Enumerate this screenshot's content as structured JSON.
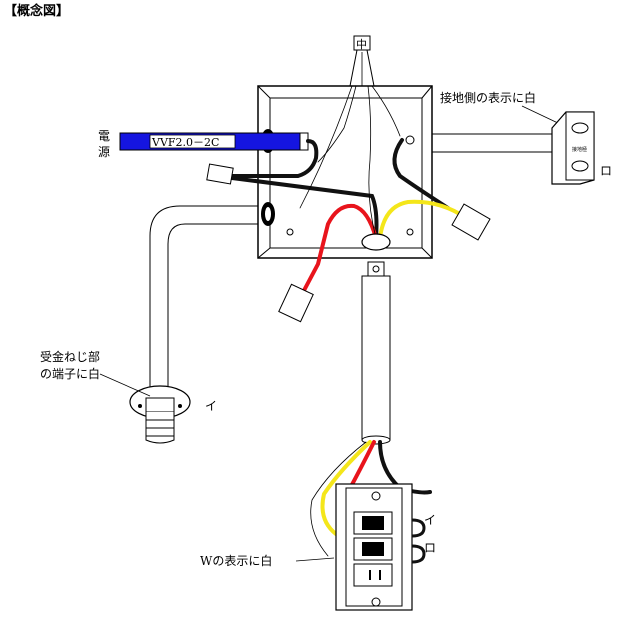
{
  "header": {
    "title": "【概念図】"
  },
  "cable": {
    "label": "VVF2.0－2C"
  },
  "labels": {
    "power_char1": "電",
    "power_char2": "源",
    "ground_side": "接地側の表示に白",
    "receptacle_ro": "ロ",
    "lamp_terminal_line1": "受金ねじ部",
    "lamp_terminal_line2": "の端子に白",
    "lamp_i": "イ",
    "switch_w": "Wの表示に白",
    "switch_i": "イ",
    "switch_ro": "ロ",
    "top_box": "中",
    "receptacle_mark": "接地極"
  },
  "colors": {
    "wire_black": "#111111",
    "wire_red": "#e8141c",
    "wire_yellow": "#f4e61a",
    "cable_blue": "#1515e0",
    "outline": "#000000"
  }
}
